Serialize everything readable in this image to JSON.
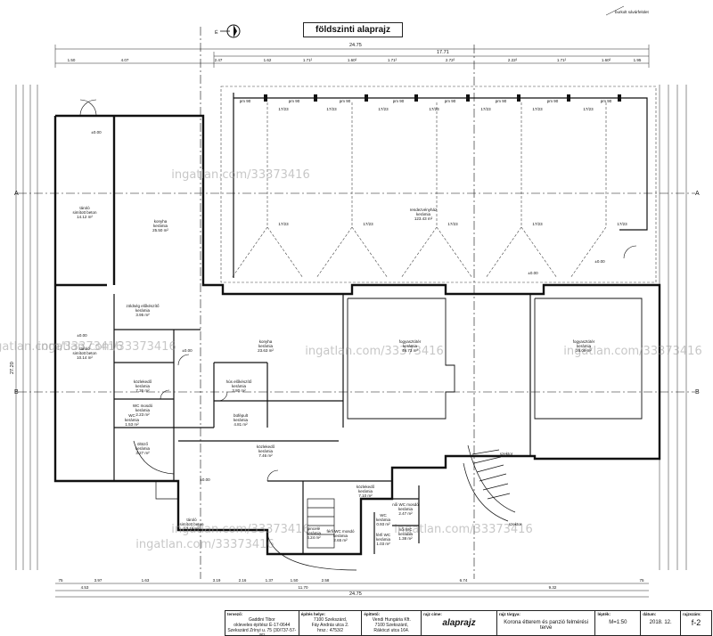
{
  "drawing": {
    "title": "földszinti alaprajz",
    "top_tag": "burkolt sávárfelület",
    "north_mark": "É",
    "section_marks": {
      "a_left": "A",
      "a_right": "A",
      "b_left": "B",
      "b_right": "B"
    }
  },
  "dimensions": {
    "top_total": "24.75",
    "top_mid": "17.71",
    "top_row": [
      "1.50",
      "4.07",
      "2.47",
      "1.62",
      "1.71²",
      "1.60²",
      "1.71²",
      "2.72²",
      "2.22²",
      "1.71²",
      "1.60²",
      "1.95"
    ],
    "bottom_row": [
      "75",
      "3.97",
      "1.63",
      "3.19",
      "2.16",
      "1.37",
      "1.50",
      "2.58",
      "6.74",
      "75"
    ],
    "bottom_mid": [
      "4.53",
      "11.70",
      "9.32"
    ],
    "bottom_total": "24.75",
    "left_total": "27.20"
  },
  "rooms": [
    {
      "name": "tároló",
      "floor": "simított beton",
      "area": "14.12 m²"
    },
    {
      "name": "konyha",
      "floor": "kerámia",
      "area": "25.50 m²"
    },
    {
      "name": "rendezvényház",
      "floor": "kerámia",
      "area": "123.43 m²"
    },
    {
      "name": "zöldség előkészítő",
      "floor": "kerámia",
      "area": "3.95 m²"
    },
    {
      "name": "konyha",
      "floor": "kerámia",
      "area": "23.63 m²"
    },
    {
      "name": "fogyasztótér",
      "floor": "kerámia",
      "area": "49.73 m²"
    },
    {
      "name": "fogyasztótér",
      "floor": "kerámia",
      "area": "26.00 m²"
    },
    {
      "name": "tároló",
      "floor": "simított beton",
      "area": "10.14 m²"
    },
    {
      "name": "közlekedő",
      "floor": "kerámia",
      "area": "7.36 m²"
    },
    {
      "name": "hús előkészítő",
      "floor": "kerámia",
      "area": "3.80 m²"
    },
    {
      "name": "WC mosdó",
      "floor": "kerámia",
      "area": "2.23 m²"
    },
    {
      "name": "WC",
      "floor": "kerámia",
      "area": "1.53 m²"
    },
    {
      "name": "büfépult",
      "floor": "kerámia",
      "area": "4.81 m²"
    },
    {
      "name": "öltöző",
      "floor": "kerámia",
      "area": "3.27 m²"
    },
    {
      "name": "közlekedő",
      "floor": "kerámia",
      "area": "7.46 m²"
    },
    {
      "name": "közlekedő",
      "floor": "kerámia",
      "area": "7.10 m²"
    },
    {
      "name": "tároló",
      "floor": "simított beton",
      "area": "12.15 m²"
    },
    {
      "name": "pincelé",
      "floor": "kerámia",
      "area": "4.24 m²"
    },
    {
      "name": "férfi WC mosdó",
      "floor": "kerámia",
      "area": "2.65 m²"
    },
    {
      "name": "férfi WC",
      "floor": "kerámia",
      "area": "1.03 m²"
    },
    {
      "name": "női WC",
      "floor": "kerámia",
      "area": "1.38 m²"
    },
    {
      "name": "női WC mosdó",
      "floor": "kerámia",
      "area": "2.47 m²"
    },
    {
      "name": "WC",
      "floor": "kerámia",
      "area": "0.93 m²"
    }
  ],
  "labels": {
    "door_code": "17/23",
    "window_code": "pm 90",
    "tick_value": "±0.00",
    "step_note": "szektor",
    "stair_note": "szektor"
  },
  "watermark": "ingatlan.com/33373416",
  "title_block": {
    "designer_label": "tervező:",
    "designer_name": "Gaddini Tibor",
    "designer_title": "okleveles építész É-17-0644",
    "designer_address": "Szekszárd Zrínyi u. 75 (30/737-57-46)",
    "site_label": "építés helye:",
    "site_line1": "7100 Szekszárd,",
    "site_line2": "Fáy András utca 2.",
    "site_line3": "hrsz.: 4753/2",
    "client_label": "építtető:",
    "client_line1": "Vendi Hungária Kft.",
    "client_line2": "7100 Szekszárd,",
    "client_line3": "Rákóczi utca 164.",
    "sheet_label": "rajz címe:",
    "sheet_title": "alaprajz",
    "project_label": "rajz tárgya:",
    "project_title": "Korona étterem és panzió felmérési terve",
    "scale_label": "lépték:",
    "scale": "M=1:50",
    "date_label": "dátum:",
    "date": "2018. 12.",
    "number_label": "rajzszám:",
    "number": "f-2"
  }
}
